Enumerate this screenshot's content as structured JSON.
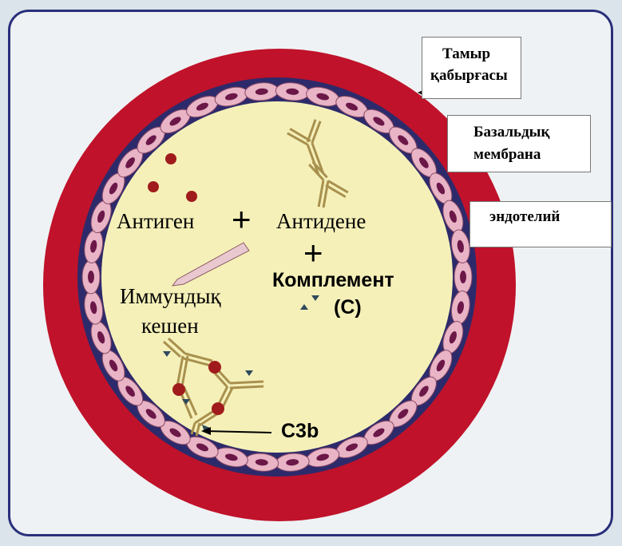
{
  "labels": {
    "antigen": "Антиген",
    "plus1": "+",
    "antibody": "Антидене",
    "plus2": "+",
    "complement": "Комплемент",
    "complement_c": "(C)",
    "immune_complex_line1": "Иммундық",
    "immune_complex_line2": "кешен",
    "c3b": "C3b"
  },
  "callouts": {
    "vessel_wall_line1": "Тамыр",
    "vessel_wall_line2": "қабырғасы",
    "basement_membrane_line1": "Базальдық",
    "basement_membrane_line2": "мембрана",
    "endothelium": "эндотелий"
  },
  "colors": {
    "vessel_wall": "#c0122a",
    "basement_membrane": "#2d2a6b",
    "endothelial_cell": "#e8b4c6",
    "nucleus": "#6b1748",
    "lumen": "#f5f0b8",
    "antigen_dot": "#a01c1c",
    "antibody": "#b09a5a",
    "complement_marker": "#2f4a5c"
  }
}
